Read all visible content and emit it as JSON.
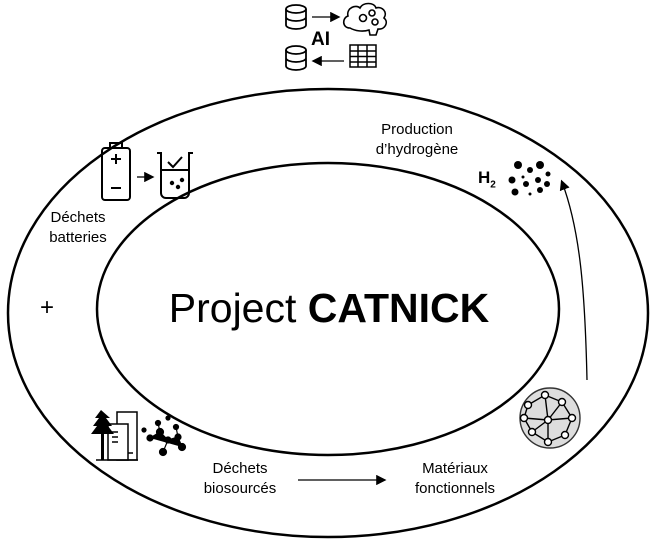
{
  "title": {
    "prefix": "Project",
    "name": "CATNICK"
  },
  "ai_label": "AI",
  "labels": {
    "production_line1": "Production",
    "production_line2": "d’hydrogène",
    "h2": "H",
    "h2_sub": "2",
    "batteries_line1": "Déchets",
    "batteries_line2": "batteries",
    "plus": "+",
    "bio_line1": "Déchets",
    "bio_line2": "biosourcés",
    "mat_line1": "Matériaux",
    "mat_line2": "fonctionnels"
  }
}
